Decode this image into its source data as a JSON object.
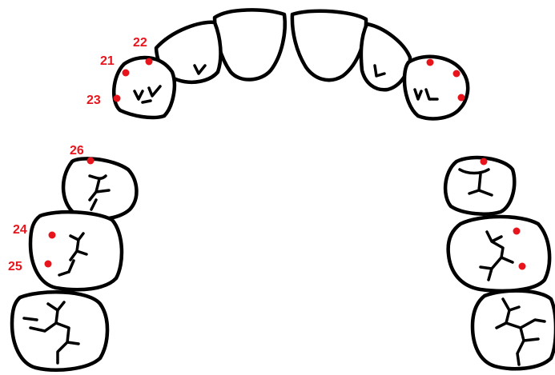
{
  "diagram": {
    "subject": "upper dental arch outline",
    "marker_color": "#e8141c",
    "outline_color": "#000000",
    "landmarks": [
      {
        "label": "21"
      },
      {
        "label": "22"
      },
      {
        "label": "23"
      },
      {
        "label": "24"
      },
      {
        "label": "25"
      },
      {
        "label": "26"
      }
    ]
  }
}
